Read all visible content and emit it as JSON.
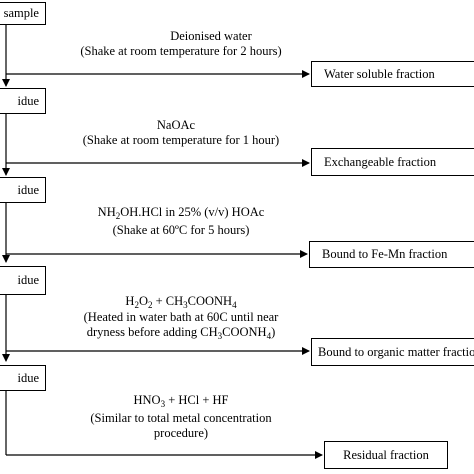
{
  "left_boxes": [
    {
      "label": "sample"
    },
    {
      "label": "idue"
    },
    {
      "label": "idue"
    },
    {
      "label": "idue"
    },
    {
      "label": "idue"
    }
  ],
  "steps": [
    {
      "reagent": "Deionised water",
      "condition": "(Shake at room temperature for 2 hours)",
      "fraction": "Water soluble fraction"
    },
    {
      "reagent": "NaOAc",
      "condition": "(Shake at room temperature for 1 hour)",
      "fraction": "Exchangeable fraction"
    },
    {
      "reagent_parts": [
        "NH",
        "2",
        "OH.HCl in 25% (v/v) HOAc"
      ],
      "condition": "(Shake at 60ºC for 5 hours)",
      "fraction": "Bound to Fe-Mn fraction"
    },
    {
      "reagent_parts": [
        "H",
        "2",
        "O",
        "2",
        " + CH",
        "3",
        "COONH",
        "4"
      ],
      "condition_line1": "(Heated in water bath at 60C until near",
      "condition_line2_parts": [
        "dryness before adding CH",
        "3",
        "COONH",
        "4",
        ")"
      ],
      "fraction": "Bound to organic matter fraction"
    },
    {
      "reagent_parts": [
        "HNO",
        "3",
        " + HCl + HF"
      ],
      "condition_line1": "(Similar to total metal concentration",
      "condition_line2": "procedure)",
      "fraction": "Residual fraction"
    }
  ]
}
